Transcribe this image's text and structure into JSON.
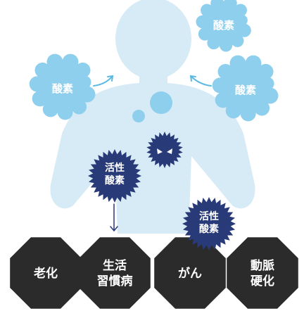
{
  "colors": {
    "body": "#d7ebf6",
    "oxygen_cloud": "#8ecfee",
    "active_oxygen": "#283a78",
    "disease_box": "#2b2b2b",
    "arrow": "#5bb8e1"
  },
  "oxygen_labels": [
    "酸素",
    "酸素",
    "酸素"
  ],
  "active_oxygen_labels": [
    {
      "line1": "活性",
      "line2": "酸素"
    },
    {
      "line1": "活性",
      "line2": "酸素"
    }
  ],
  "diseases": [
    {
      "line1": "老化",
      "line2": ""
    },
    {
      "line1": "生活",
      "line2": "習慣病"
    },
    {
      "line1": "がん",
      "line2": ""
    },
    {
      "line1": "動脈",
      "line2": "硬化"
    }
  ]
}
